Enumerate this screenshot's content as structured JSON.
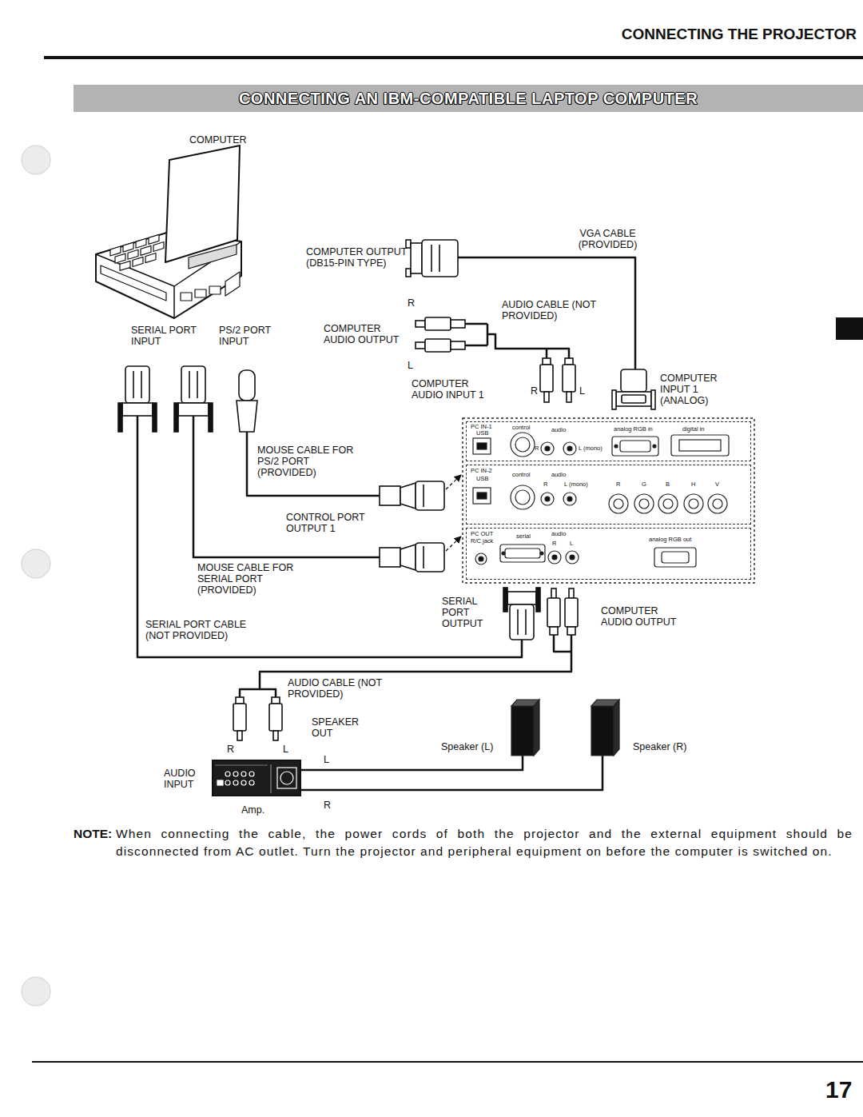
{
  "diagram": {
    "title": "CONNECTING AN IBM-COMPATIBLE LAPTOP COMPUTER",
    "nodes": [
      {
        "text": [
          "PC IN-1",
          "USB",
          "control",
          "audio",
          "R",
          "L (mono)",
          "analog RGB in",
          "digital in"
        ]
      },
      {
        "text": [
          "PC IN-2",
          "USB",
          "control",
          "audio",
          "R",
          "L (mono)",
          "R",
          "G",
          "B",
          "H",
          "V"
        ]
      },
      {
        "text": [
          "PC OUT",
          "R/C jack",
          "serial",
          "audio",
          "R",
          "L",
          "analog RGB out"
        ]
      },
      {
        "text": [
          "Amp."
        ]
      },
      {
        "text": [
          "Speaker (L)"
        ]
      },
      {
        "text": [
          "Speaker (R)"
        ]
      }
    ],
    "edges": [
      {
        "from": 3,
        "to": 4,
        "arrow": "none",
        "label": "L"
      },
      {
        "from": 3,
        "to": 5,
        "arrow": "none",
        "label": "R"
      }
    ],
    "labels": [
      "CONNECTING THE PROJECTOR",
      "COMPUTER",
      "COMPUTER OUTPUT (DB15-PIN TYPE)",
      "VGA CABLE (PROVIDED)",
      "R",
      "AUDIO CABLE (NOT PROVIDED)",
      "SERIAL PORT INPUT",
      "PS/2 PORT INPUT",
      "COMPUTER AUDIO OUTPUT",
      "L",
      "COMPUTER AUDIO INPUT 1",
      "R",
      "L",
      "COMPUTER INPUT 1 (ANALOG)",
      "MOUSE CABLE FOR PS/2 PORT (PROVIDED)",
      "CONTROL PORT OUTPUT 1",
      "MOUSE CABLE FOR SERIAL PORT (PROVIDED)",
      "SERIAL PORT OUTPUT",
      "COMPUTER AUDIO OUTPUT",
      "SERIAL PORT CABLE (NOT PROVIDED)",
      "AUDIO CABLE (NOT PROVIDED)",
      "SPEAKER OUT",
      "R",
      "L",
      "AUDIO INPUT",
      "NOTE:",
      "When connecting the cable, the power cords of both the projector and the external equipment should be disconnected from AC outlet. Turn the projector and peripheral equipment on before the computer is switched on.",
      "17"
    ]
  }
}
